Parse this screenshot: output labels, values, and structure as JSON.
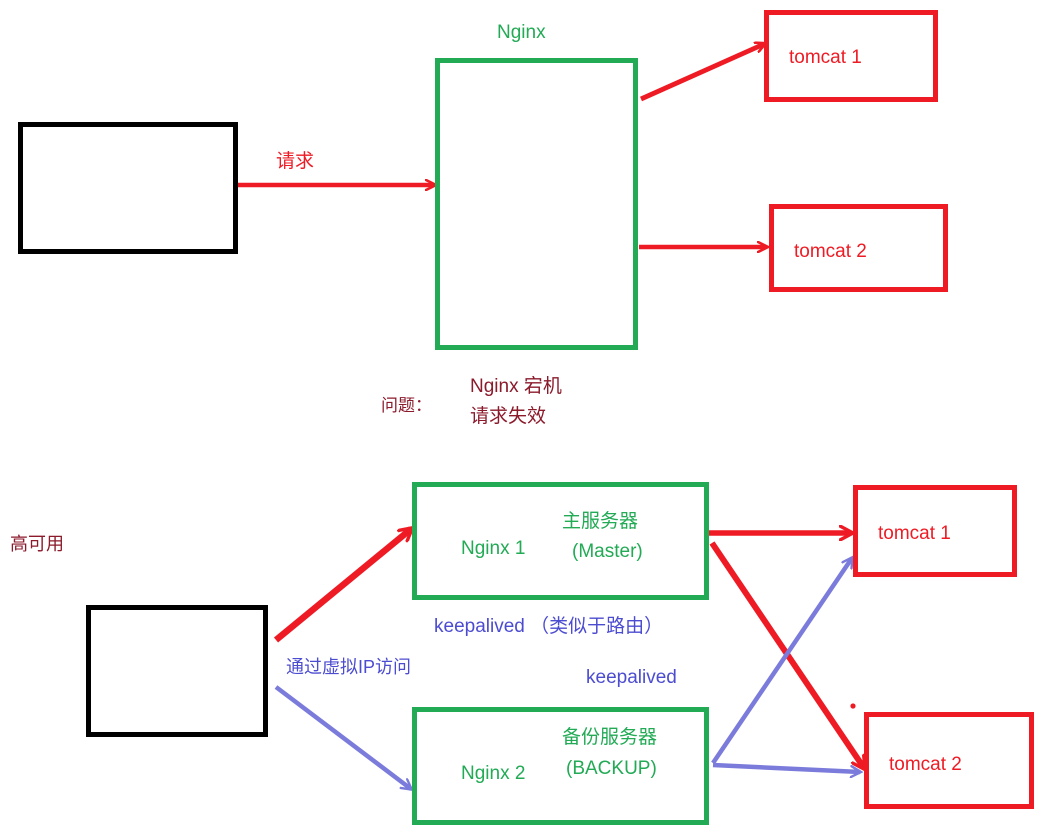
{
  "colors": {
    "green": "#22aa55",
    "red": "#ee1b24",
    "dark_red": "#8b1a2b",
    "blue": "#4c4cd1",
    "black": "#000000"
  },
  "top_section": {
    "client_box": {
      "label": ""
    },
    "nginx_title": "Nginx",
    "nginx_box": {
      "label": ""
    },
    "request_arrow_label": "请求",
    "tomcat1": "tomcat 1",
    "tomcat2": "tomcat 2",
    "problem": {
      "label": "问题：",
      "line1": "Nginx 宕机",
      "line2": "请求失效"
    }
  },
  "bottom_section": {
    "ha_label": "高可用",
    "client_box": {
      "label": ""
    },
    "nginx1": {
      "name": "Nginx 1",
      "role_cn": "主服务器",
      "role_en": "(Master)"
    },
    "nginx2": {
      "name": "Nginx 2",
      "role_cn": "备份服务器",
      "role_en": "(BACKUP)"
    },
    "keepalived_note": "keepalived （类似于路由）",
    "keepalived_label": "keepalived",
    "vip_label": "通过虚拟IP访问",
    "tomcat1": "tomcat 1",
    "tomcat2": "tomcat 2"
  }
}
